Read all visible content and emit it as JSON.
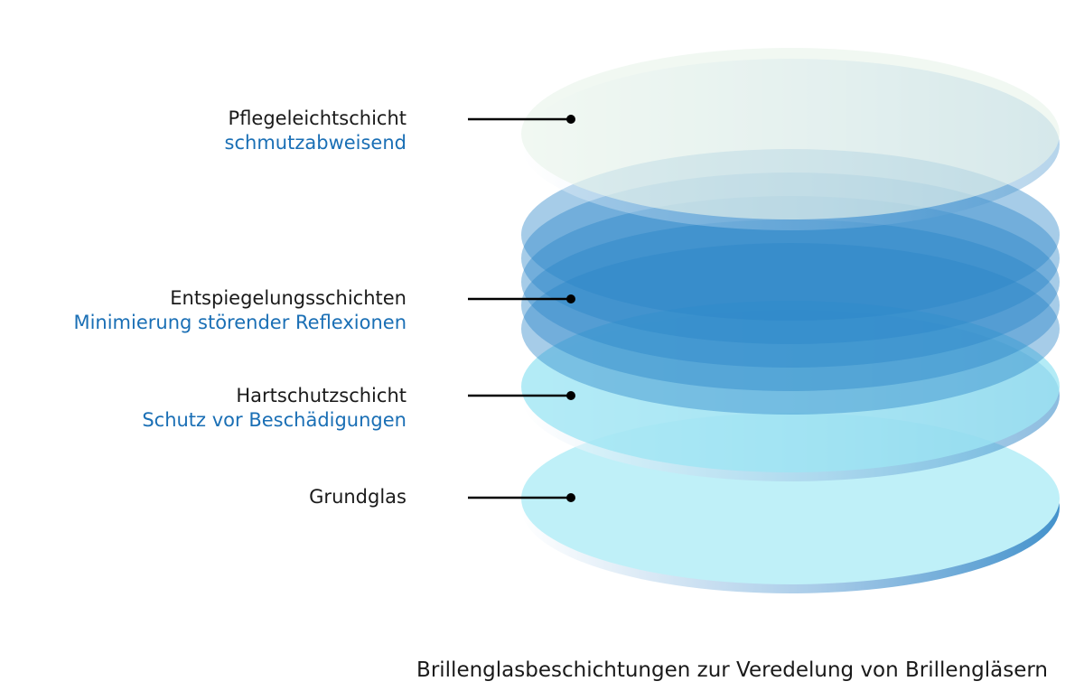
{
  "layers": [
    {
      "title": "Pflegeleichtschicht",
      "subtitle": "schmutzabweisend"
    },
    {
      "title": "Entspiegelungsschichten",
      "subtitle": "Minimierung störender Reflexionen"
    },
    {
      "title": "Hartschutzschicht",
      "subtitle": "Schutz vor Beschädigungen"
    },
    {
      "title": "Grundglas",
      "subtitle": ""
    }
  ],
  "caption": "Brillenglasbeschichtungen zur Veredelung von Brillengläsern",
  "colors": {
    "subtitle": "#1a6fb5",
    "pointer": "#000000",
    "care_layer": "#e9f4ea",
    "ar_layer": "#2a86c8",
    "hard_layer": "#a6e8f4",
    "base_glass": "#bff0f8"
  }
}
